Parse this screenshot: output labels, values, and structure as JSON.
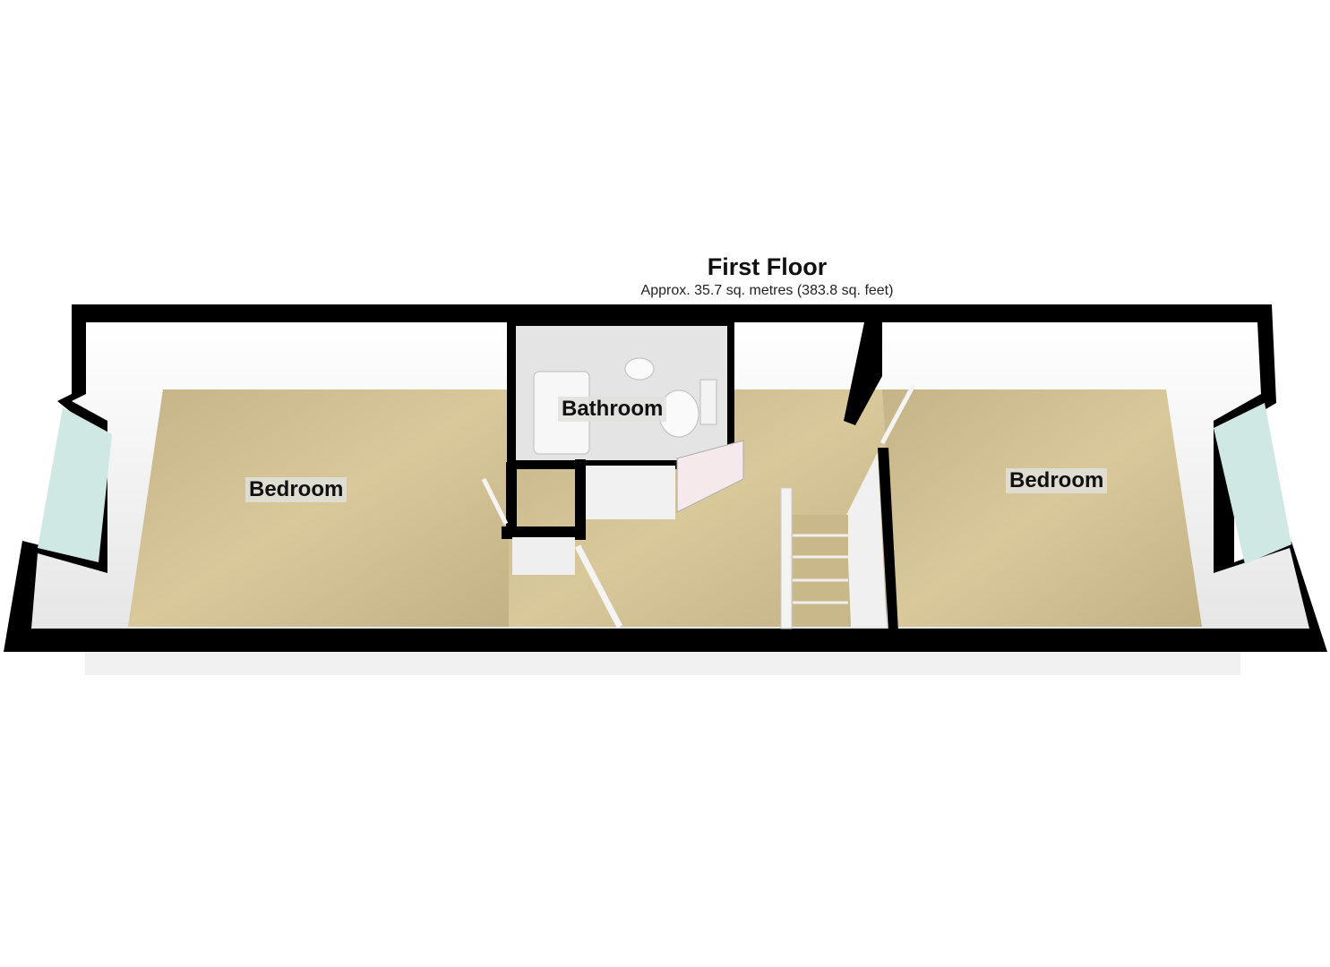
{
  "header": {
    "title": "First Floor",
    "area": "Approx. 35.7 sq. metres (383.8 sq. feet)"
  },
  "rooms": [
    {
      "name": "Bedroom"
    },
    {
      "name": "Bathroom"
    },
    {
      "name": "Bedroom"
    }
  ],
  "colors": {
    "wall": "#000000",
    "floor_carpet": "#c9b98a",
    "interior_wall": "#f2f2f2",
    "window_glass": "#cfe8e4",
    "bathroom_tile": "#dcdcdc"
  }
}
